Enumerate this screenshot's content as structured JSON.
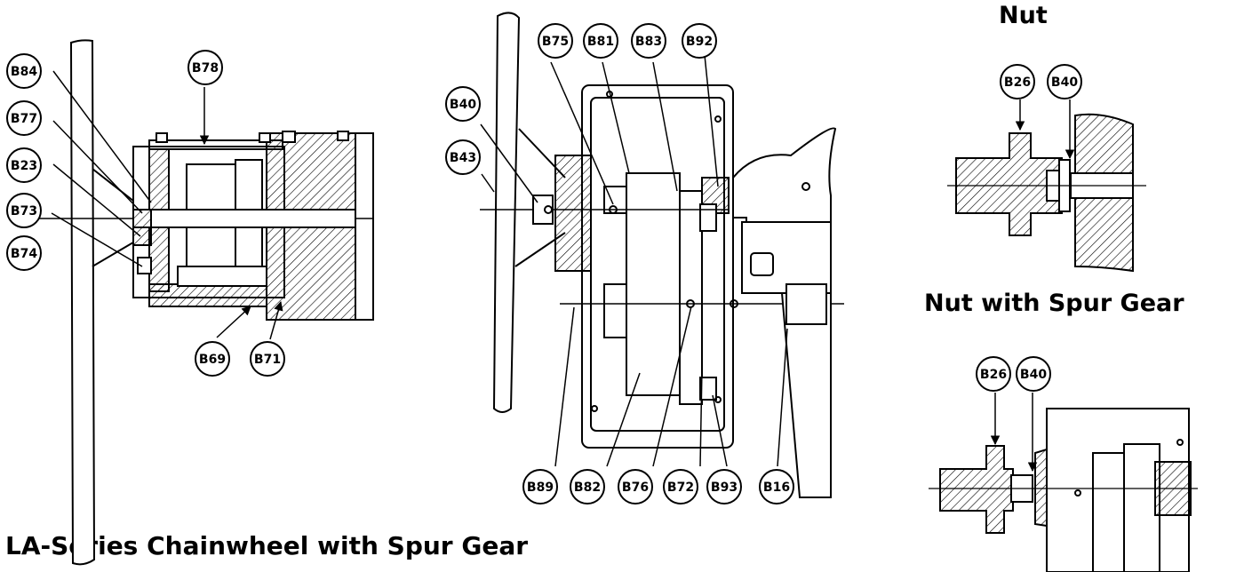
{
  "headings": {
    "main_title": "LA-Series Chainwheel with Spur Gear",
    "nut": "Nut",
    "nut_with_spur_gear": "Nut with Spur Gear"
  },
  "callouts": {
    "left_view": [
      "B84",
      "B77",
      "B23",
      "B73",
      "B74",
      "B78",
      "B69",
      "B71"
    ],
    "center_view": [
      "B40",
      "B43",
      "B75",
      "B81",
      "B83",
      "B92",
      "B89",
      "B82",
      "B76",
      "B72",
      "B93",
      "B16"
    ],
    "nut_view": [
      "B26",
      "B40"
    ],
    "nut_spur_view": [
      "B26",
      "B40"
    ]
  },
  "colors": {
    "line": "#000000",
    "background": "#ffffff"
  }
}
